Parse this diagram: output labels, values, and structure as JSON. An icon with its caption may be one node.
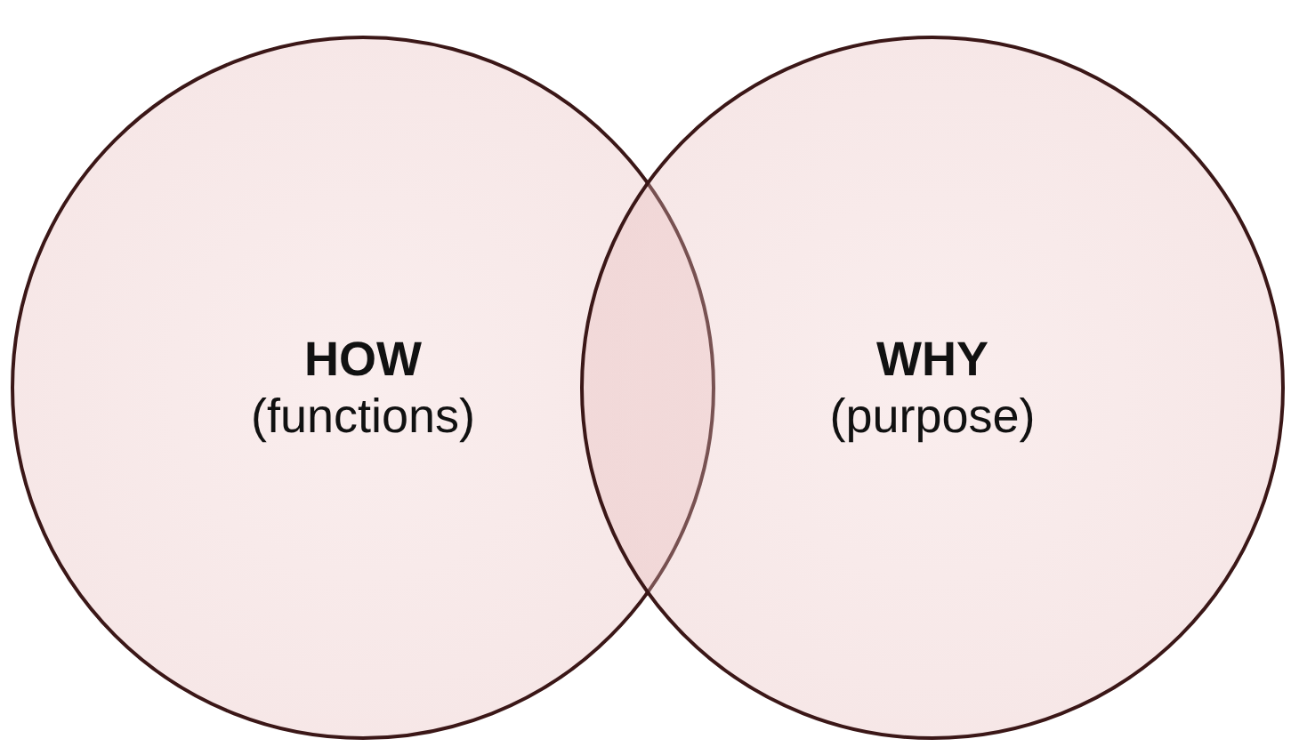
{
  "diagram": {
    "nodes": [
      {
        "text": [
          "HOW",
          "(functions)"
        ]
      },
      {
        "text": [
          "WHY",
          "(purpose)"
        ]
      }
    ]
  }
}
